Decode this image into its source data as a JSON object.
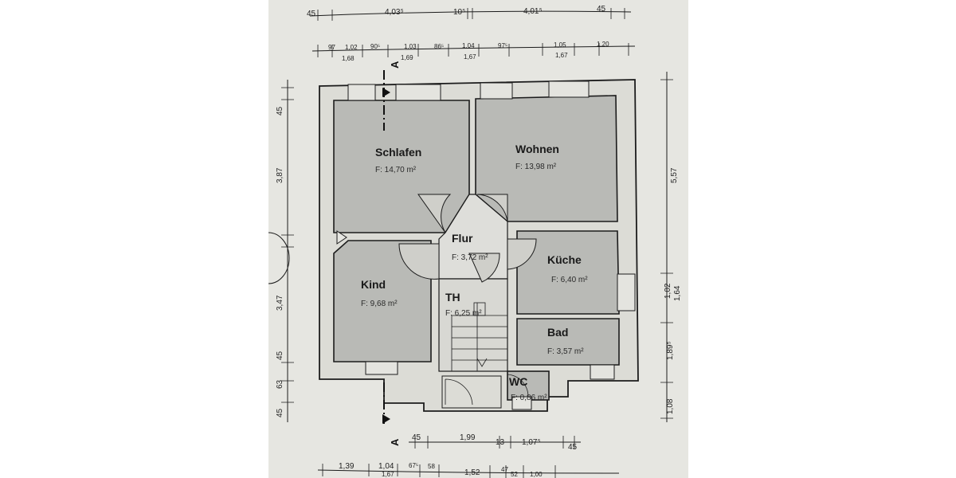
{
  "rooms": {
    "schlafen": {
      "name": "Schlafen",
      "area": "F:  14,70 m²"
    },
    "wohnen": {
      "name": "Wohnen",
      "area": "F:  13,98 m²"
    },
    "flur": {
      "name": "Flur",
      "area": "F: 3,72 m²"
    },
    "kueche": {
      "name": "Küche",
      "area": "F: 6,40 m²"
    },
    "kind": {
      "name": "Kind",
      "area": "F: 9,68 m²"
    },
    "th": {
      "name": "TH",
      "area": "F: 6,25 m²"
    },
    "bad": {
      "name": "Bad",
      "area": "F: 3,57 m²"
    },
    "wc": {
      "name": "WC",
      "area": "F: 0,86 m²"
    }
  },
  "section_marker": "A",
  "dimensions": {
    "top_row1": [
      "45",
      "4,03⁵",
      "10⁵",
      "4,01⁵",
      "45"
    ],
    "top_row2_upper": [
      "97",
      "1,02",
      "90⁵",
      "1,03",
      "86⁵",
      "1,04",
      "97⁵",
      "1,05",
      "1,20"
    ],
    "top_row2_lower": [
      "1,68",
      "1,69",
      "1,67",
      "1,67"
    ],
    "left": [
      "45",
      "3,87",
      "3,47",
      "45",
      "63",
      "45"
    ],
    "right": [
      "5,57",
      "1,02",
      "1,64",
      "1,89⁵",
      "1,08"
    ],
    "bottom_row1": [
      "45",
      "1,99",
      "13",
      "1,07⁵",
      "45"
    ],
    "bottom_row2": [
      "1,39",
      "1,04",
      "67⁵",
      "58",
      "1,52",
      "47",
      "52",
      "1,00"
    ],
    "bottom_row2_lower": [
      "1,67"
    ]
  }
}
